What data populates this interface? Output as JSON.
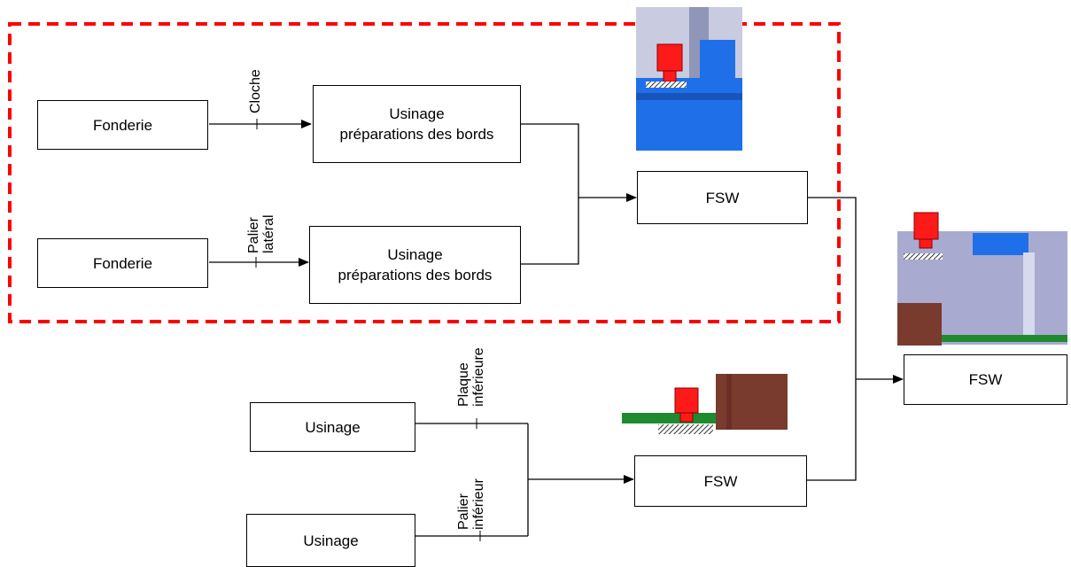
{
  "boxes": {
    "fonderie_1": "Fonderie",
    "fonderie_2": "Fonderie",
    "usinage_bords_1": {
      "line1": "Usinage",
      "line2": "préparations des bords"
    },
    "usinage_bords_2": {
      "line1": "Usinage",
      "line2": "préparations des bords"
    },
    "fsw_1": "FSW",
    "fsw_2": "FSW",
    "fsw_3": "FSW",
    "usinage_1": "Usinage",
    "usinage_2": "Usinage"
  },
  "labels": {
    "cloche": "Cloche",
    "palier_lateral": {
      "line1": "Palier",
      "line2": "latéral"
    },
    "plaque_inferieure": {
      "line1": "Plaque",
      "line2": "inférieure"
    },
    "palier_inferieur": {
      "line1": "Palier",
      "line2": "inférieur"
    }
  },
  "colors": {
    "dashed_frame": "#ff0000",
    "tool": "#ff0000",
    "blue_part": "#1f6fe8",
    "grey_part": "#9a9ec0",
    "brown_part": "#7a3b2f",
    "green_plate": "#1f8a2f"
  }
}
